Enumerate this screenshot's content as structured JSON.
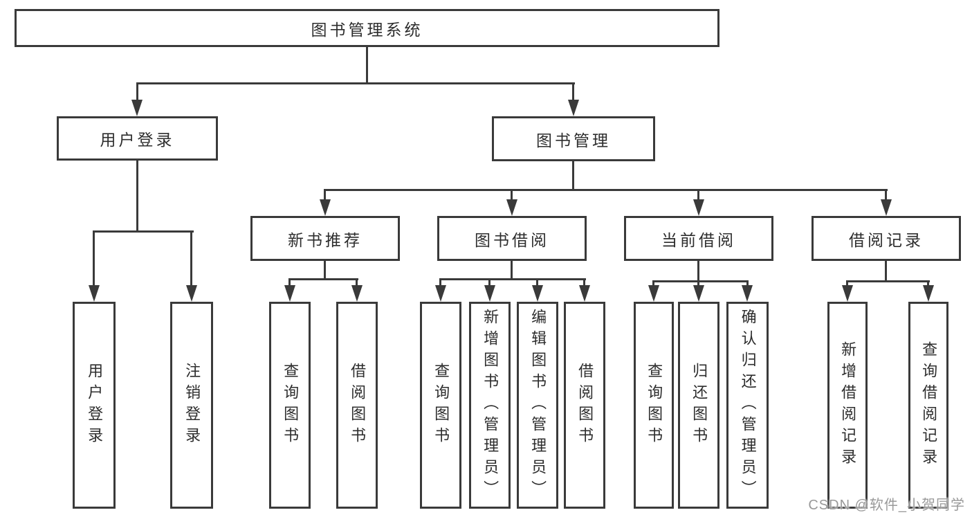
{
  "page": {
    "background": "#ffffff",
    "watermark_text": "CSDN @软件_小贺同学"
  },
  "colors": {
    "box_border": "#3a3a3a",
    "connector_line": "#3a3a3a",
    "text": "#2d2d2d",
    "watermark": "#999999",
    "box_fill": "#ffffff"
  },
  "diagram": {
    "type": "hierarchy-tree",
    "root": {
      "label": "图书管理系统"
    },
    "level2": {
      "user_login": {
        "label": "用户登录",
        "parent": "图书管理系统"
      },
      "book_mgmt": {
        "label": "图书管理",
        "parent": "图书管理系统"
      }
    },
    "level3": {
      "new_book_rec": {
        "label": "新书推荐",
        "parent": "图书管理"
      },
      "book_borrow": {
        "label": "图书借阅",
        "parent": "图书管理"
      },
      "current_borrow": {
        "label": "当前借阅",
        "parent": "图书管理"
      },
      "borrow_record": {
        "label": "借阅记录",
        "parent": "图书管理"
      }
    },
    "leaves": {
      "user_login_leaf": {
        "label": "用户登录",
        "parent": "用户登录"
      },
      "logout_leaf": {
        "label": "注销登录",
        "parent": "用户登录"
      },
      "query_book_rec": {
        "label": "查询图书",
        "parent": "新书推荐"
      },
      "borrow_book_rec": {
        "label": "借阅图书",
        "parent": "新书推荐"
      },
      "query_book_borrow": {
        "label": "查询图书",
        "parent": "图书借阅"
      },
      "add_book": {
        "label": "新增图书（管理员）",
        "parent": "图书借阅"
      },
      "edit_book": {
        "label": "编辑图书（管理员）",
        "parent": "图书借阅"
      },
      "borrow_book": {
        "label": "借阅图书",
        "parent": "图书借阅"
      },
      "query_book_current": {
        "label": "查询图书",
        "parent": "当前借阅"
      },
      "return_book": {
        "label": "归还图书",
        "parent": "当前借阅"
      },
      "confirm_return": {
        "label": "确认归还（管理员）",
        "parent": "当前借阅"
      },
      "add_borrow_record": {
        "label": "新增借阅记录",
        "parent": "借阅记录"
      },
      "query_borrow_record": {
        "label": "查询借阅记录",
        "parent": "借阅记录"
      }
    }
  }
}
